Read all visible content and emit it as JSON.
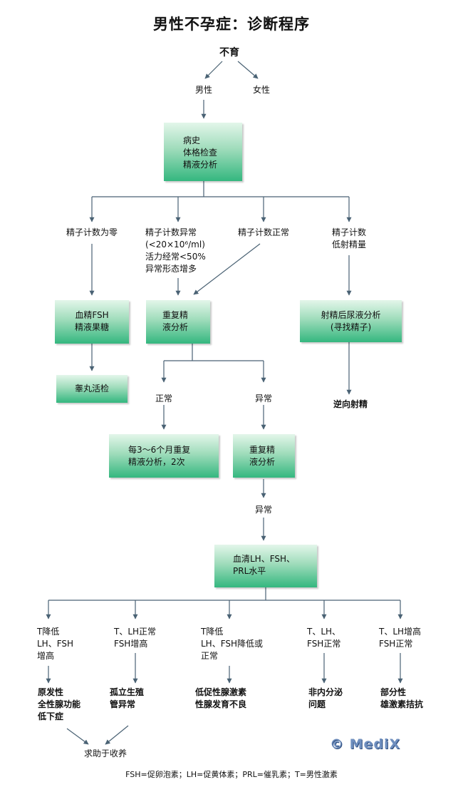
{
  "title": "男性不孕症：诊断程序",
  "nodes": {
    "root": "不育",
    "male": "男性",
    "female": "女性",
    "history": "病史\n体格检查\n精液分析",
    "count_zero": "精子计数为零",
    "count_abnormal": "精子计数异常\n(<20×10⁶/ml)\n活力经常<50%\n异常形态增多",
    "count_normal": "精子计数正常",
    "count_low_volume": "精子计数\n低射精量",
    "blood_fsh": "血精FSH\n精液果糖",
    "repeat_semen": "重复精\n液分析",
    "post_ejac_urine": "射精后尿液分析\n(寻找精子)",
    "testis_biopsy": "睾丸活检",
    "retrograde": "逆向射精",
    "normal": "正常",
    "abnormal": "异常",
    "repeat_3_6": "每3～6个月重复\n精液分析，2次",
    "repeat_semen_2": "重复精\n液分析",
    "abnormal_2": "异常",
    "serum_lh": "血清LH、FSH、\nPRL水平",
    "res1": "T降低\nLH、FSH\n增高",
    "res2": "T、LH正常\nFSH增高",
    "res3": "T降低\nLH、FSH降低或\n正常",
    "res4": "T、LH、\nFSH正常",
    "res5": "T、LH增高\nFSH正常",
    "dx1": "原发性\n全性腺功能\n低下症",
    "dx2": "孤立生殖\n管异常",
    "dx3": "低促性腺激素\n性腺发育不良",
    "dx4": "非内分泌\n问题",
    "dx5": "部分性\n雄激素拮抗",
    "adopt": "求助于收养"
  },
  "footnote": "FSH=促卵泡素；LH=促黄体素；PRL=催乳素；T=男性激素",
  "logo": "© MediX",
  "colors": {
    "box_top": "#e3f6ea",
    "box_bottom": "#34b77f",
    "arrow": "#4a6274",
    "logo": "#6f8fbf"
  }
}
